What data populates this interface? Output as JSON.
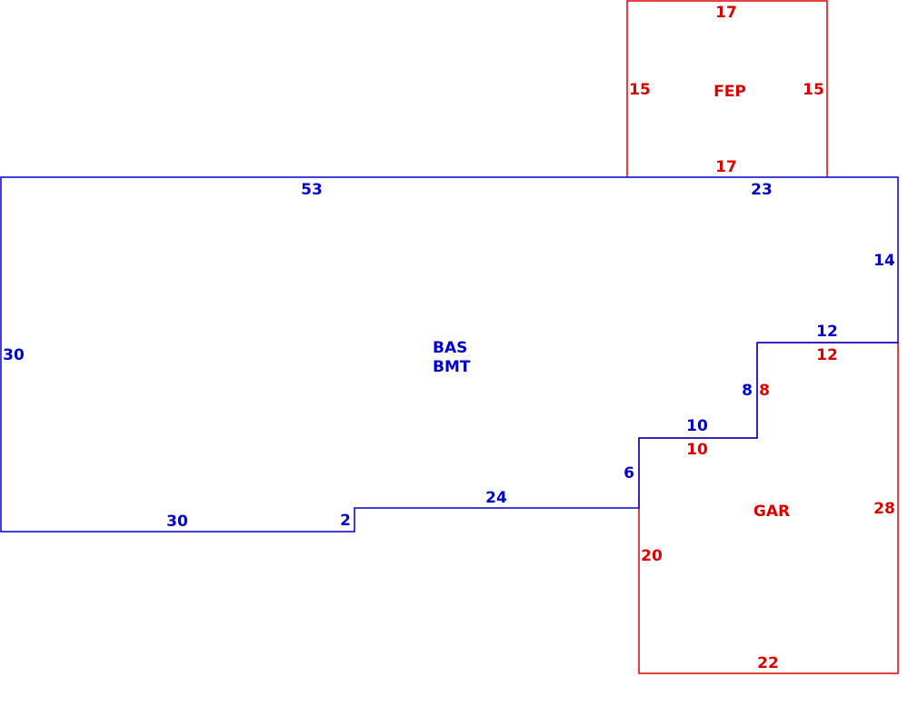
{
  "colors": {
    "main": "#0000CC",
    "addition": "#DD0000",
    "background": "#FFFFFF"
  },
  "bas": {
    "label_primary": "BAS",
    "label_secondary": "BMT",
    "dims": {
      "top_left": "53",
      "top_right": "23",
      "right": "14",
      "step_top": "12",
      "step_vertical": "8",
      "step_middle": "10",
      "step_lower": "6",
      "bottom_mid": "24",
      "notch": "2",
      "bottom_left": "30",
      "left": "30"
    }
  },
  "fep": {
    "label": "FEP",
    "dims": {
      "top": "17",
      "left": "15",
      "right": "15",
      "bottom": "17"
    }
  },
  "gar": {
    "label": "GAR",
    "dims": {
      "top": "12",
      "step_vertical": "8",
      "step_horizontal": "10",
      "left": "20",
      "right": "28",
      "bottom": "22"
    }
  }
}
